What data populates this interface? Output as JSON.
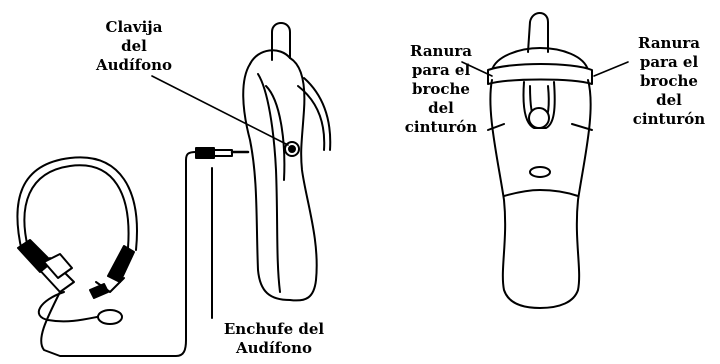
{
  "labels": {
    "jack": [
      "Clavija",
      "del",
      "Audífono"
    ],
    "plug": [
      "Enchufe del",
      "Audífono"
    ],
    "clip_left": [
      "Ranura",
      "para el",
      "broche",
      "del",
      "cinturón"
    ],
    "clip_right": [
      "Ranura",
      "para el",
      "broche",
      "del",
      "cinturón"
    ]
  },
  "colors": {
    "ink": "#000000",
    "paper": "#ffffff"
  }
}
